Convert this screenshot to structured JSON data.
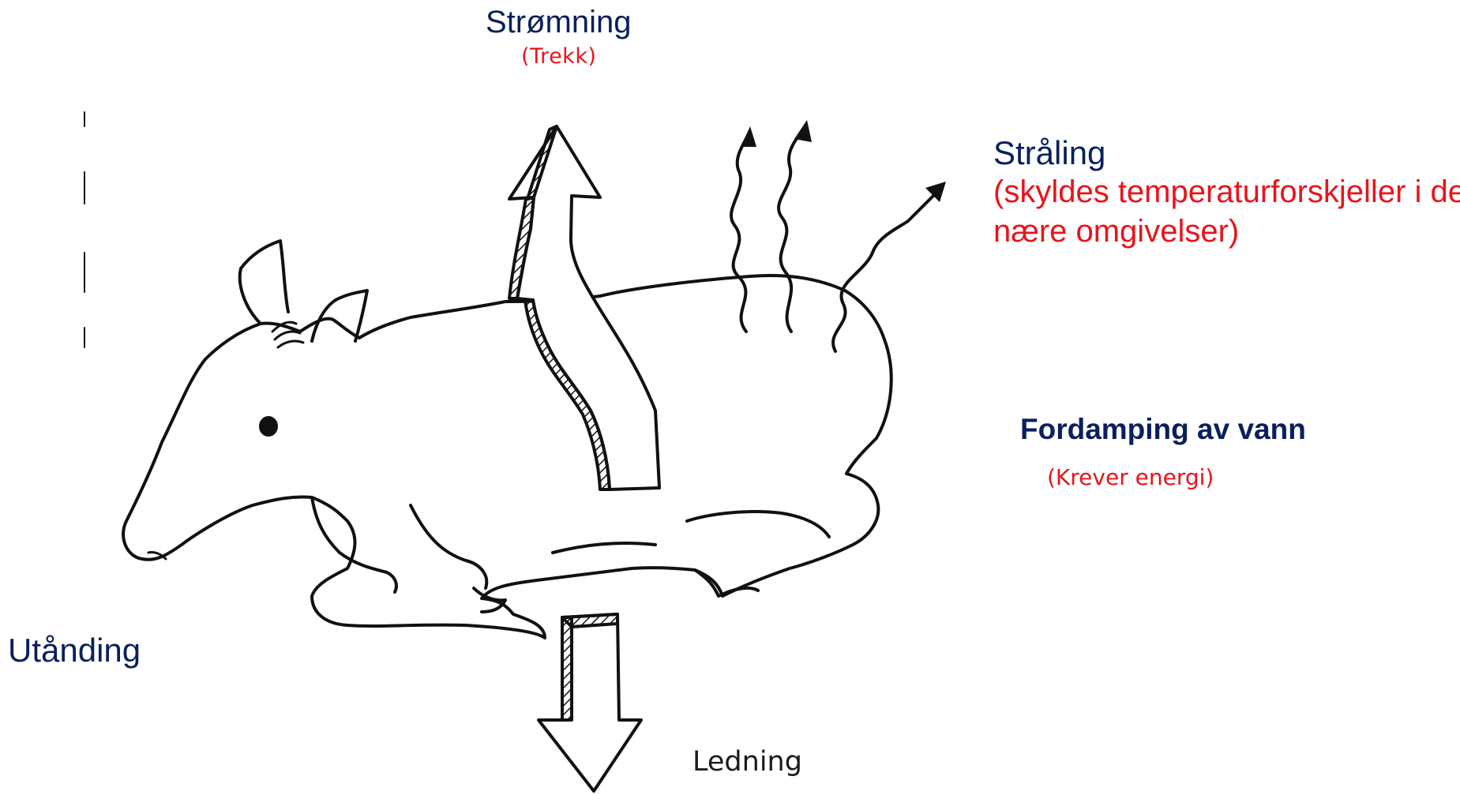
{
  "labels": {
    "stromning": "Strømning",
    "trekk": "(Trekk)",
    "straling": "Stråling",
    "straling_note": "(skyldes temperaturforskjeller i de nære omgivelser)",
    "fordamping": "Fordamping av vann",
    "krever_energi": "(Krever energi)",
    "utanding": "Utånding",
    "ledning": "Ledning"
  },
  "colors": {
    "label_heading": "#0b1f5c",
    "label_note": "#e8141b",
    "label_plain": "#1a1a1a",
    "line_art": "#111111"
  }
}
